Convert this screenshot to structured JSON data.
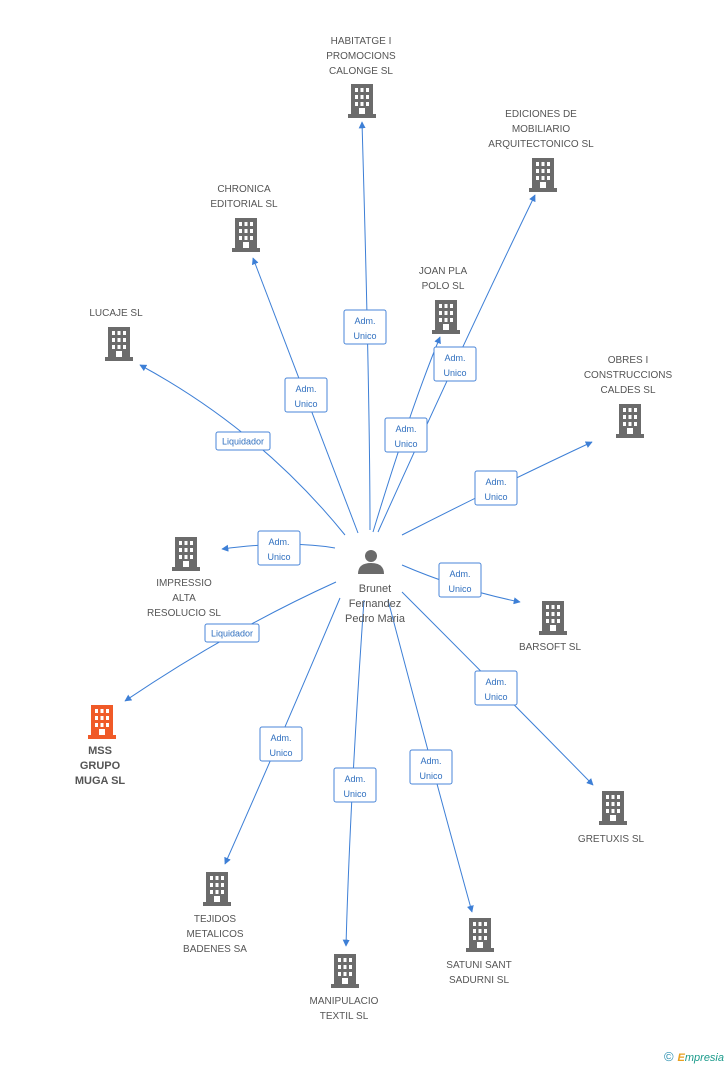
{
  "colors": {
    "edge": "#3d7fd6",
    "building": "#6b6b6b",
    "building_highlight": "#f05a28",
    "role_text": "#2f6fbf",
    "label": "#555555"
  },
  "center": {
    "name_lines": [
      "Brunet",
      "Fernandez",
      "Pedro Maria"
    ],
    "icon": "person-icon"
  },
  "companies": [
    {
      "id": "habitatge",
      "lines": [
        "HABITATGE I",
        "PROMOCIONS",
        "CALONGE SL"
      ],
      "role": [
        "Adm.",
        "Unico"
      ],
      "icon": "building-icon",
      "highlight": false
    },
    {
      "id": "ediciones",
      "lines": [
        "EDICIONES DE",
        "MOBILIARIO",
        "ARQUITECTONICO SL"
      ],
      "role": [
        "Adm.",
        "Unico"
      ],
      "icon": "building-icon",
      "highlight": false
    },
    {
      "id": "chronica",
      "lines": [
        "CHRONICA",
        "EDITORIAL SL"
      ],
      "role": [
        "Adm.",
        "Unico"
      ],
      "icon": "building-icon",
      "highlight": false
    },
    {
      "id": "joanpla",
      "lines": [
        "JOAN PLA",
        "POLO SL"
      ],
      "role": [
        "Adm.",
        "Unico"
      ],
      "icon": "building-icon",
      "highlight": false
    },
    {
      "id": "lucaje",
      "lines": [
        "LUCAJE SL"
      ],
      "role": [
        "Liquidador"
      ],
      "icon": "building-icon",
      "highlight": false
    },
    {
      "id": "obres",
      "lines": [
        "OBRES I",
        "CONSTRUCCIONS",
        "CALDES  SL"
      ],
      "role": [
        "Adm.",
        "Unico"
      ],
      "icon": "building-icon",
      "highlight": false
    },
    {
      "id": "impressio",
      "lines": [
        "IMPRESSIO",
        "ALTA",
        "RESOLUCIO SL"
      ],
      "role": [
        "Adm.",
        "Unico"
      ],
      "icon": "building-icon",
      "highlight": false
    },
    {
      "id": "barsoft",
      "lines": [
        "BARSOFT SL"
      ],
      "role": [
        "Adm.",
        "Unico"
      ],
      "icon": "building-icon",
      "highlight": false
    },
    {
      "id": "mss",
      "lines": [
        "MSS",
        "GRUPO",
        "MUGA SL"
      ],
      "role": [
        "Liquidador"
      ],
      "icon": "building-icon",
      "highlight": true
    },
    {
      "id": "gretuxis",
      "lines": [
        "GRETUXIS SL"
      ],
      "role": [
        "Adm.",
        "Unico"
      ],
      "icon": "building-icon",
      "highlight": false
    },
    {
      "id": "tejidos",
      "lines": [
        "TEJIDOS",
        "METALICOS",
        "BADENES SA"
      ],
      "role": [
        "Adm.",
        "Unico"
      ],
      "icon": "building-icon",
      "highlight": false
    },
    {
      "id": "satuni",
      "lines": [
        "SATUNI SANT",
        "SADURNI SL"
      ],
      "role": [
        "Adm.",
        "Unico"
      ],
      "icon": "building-icon",
      "highlight": false
    },
    {
      "id": "manipulacio",
      "lines": [
        "MANIPULACIO",
        "TEXTIL SL"
      ],
      "role": [
        "Adm.",
        "Unico"
      ],
      "icon": "building-icon",
      "highlight": false
    }
  ],
  "footer": {
    "copyright": "©",
    "brand_first": "E",
    "brand_rest": "mpresia"
  }
}
